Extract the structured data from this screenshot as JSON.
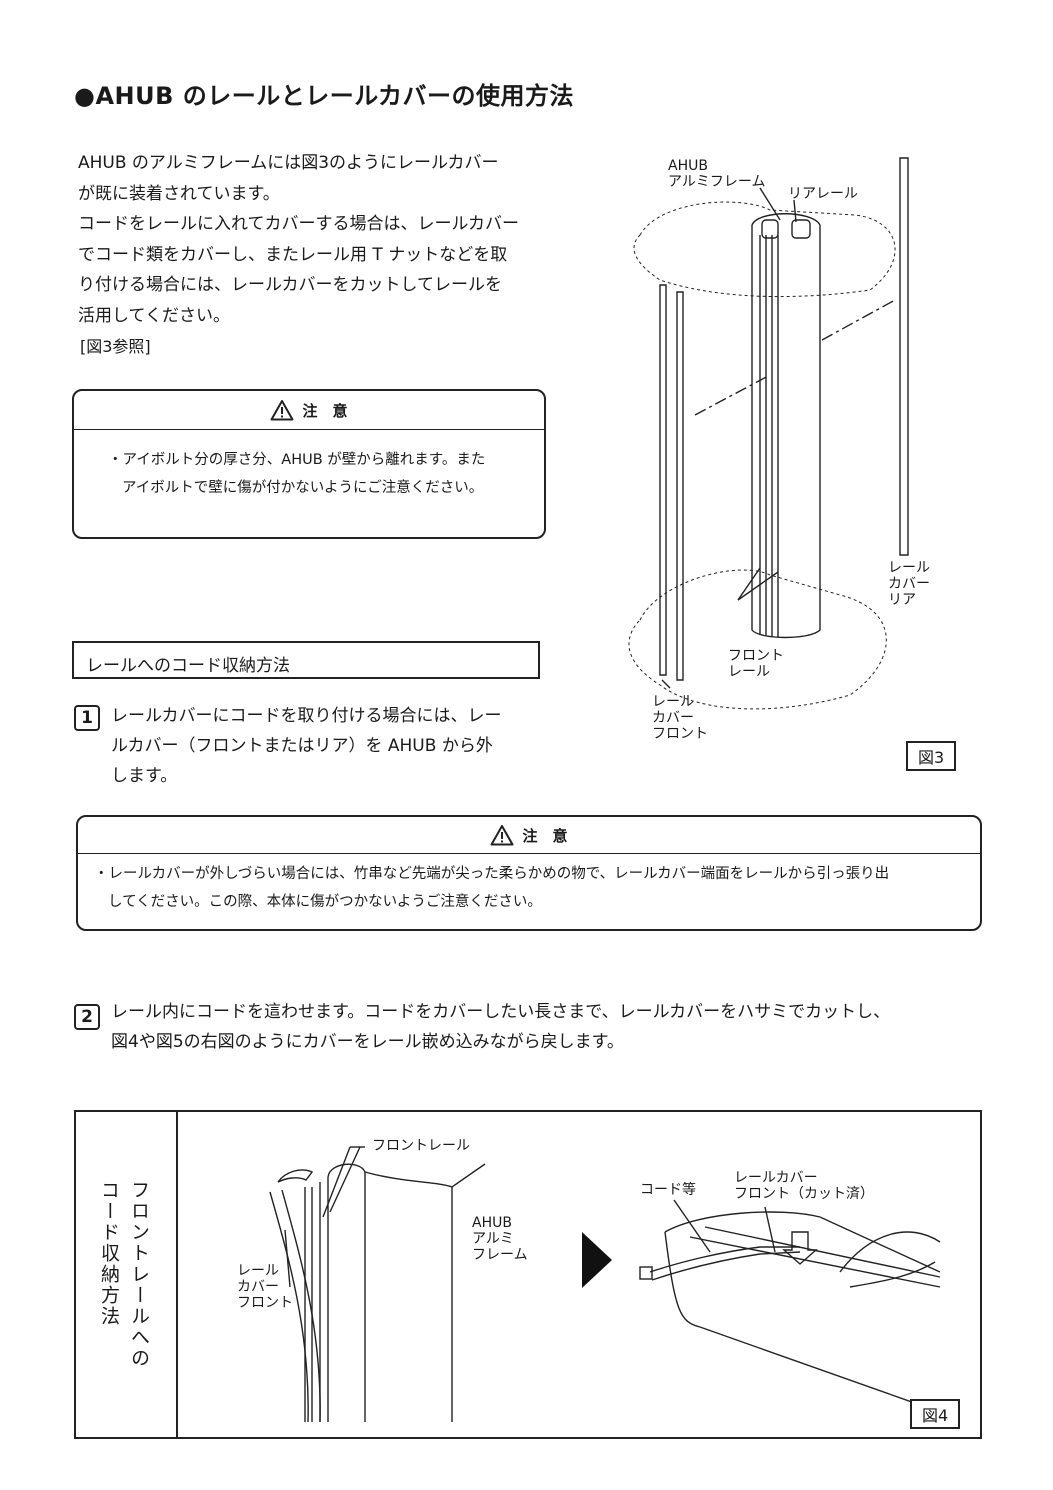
{
  "title": "●AHUB のレールとレールカバーの使用方法",
  "intro_lines": [
    "AHUB のアルミフレームには図3のようにレールカバー",
    "が既に装着されています。",
    "コードをレールに入れてカバーする場合は、レールカバー",
    "でコード類をカバーし、またレール用 T ナットなどを取",
    "り付ける場合には、レールカバーをカットしてレールを",
    "活用してください。"
  ],
  "reference": "[図3参照]",
  "caution1": {
    "heading": "注　意",
    "lines": [
      "・アイボルト分の厚さ分、AHUB が壁から離れます。また",
      "アイボルトで壁に傷が付かないようにご注意ください。"
    ]
  },
  "section_heading": "レールへのコード収納方法",
  "step1": {
    "number": "1",
    "lines": [
      "レールカバーにコードを取り付ける場合には、レー",
      "ルカバー（フロントまたはリア）を AHUB から外",
      "します。"
    ]
  },
  "caution2": {
    "heading": "注　意",
    "lines": [
      "・レールカバーが外しづらい場合には、竹串など先端が尖った柔らかめの物で、レールカバー端面をレールから引っ張り出",
      "してください。この際、本体に傷がつかないようご注意ください。"
    ]
  },
  "step2": {
    "number": "2",
    "lines": [
      "レール内にコードを這わせます。コードをカバーしたい長さまで、レールカバーをハサミでカットし、",
      "図4や図5の右図のようにカバーをレール嵌め込みながら戻します。"
    ]
  },
  "fig3": {
    "label": "図3",
    "callouts": {
      "frame": "AHUB\nアルミフレーム",
      "rear_rail": "リアレール",
      "rail_cover_rear": "レール\nカバー\nリア",
      "front_rail": "フロント\nレール",
      "rail_cover_front": "レール\nカバー\nフロント"
    }
  },
  "fig4": {
    "label": "図4",
    "row_heading": [
      "フロントレールへの",
      "コード収納方法"
    ],
    "callouts": {
      "front_rail": "フロントレール",
      "frame": "AHUB\nアルミ\nフレーム",
      "rail_cover_front": "レール\nカバー\nフロント",
      "cord": "コード等",
      "cover_cut": "レールカバー\nフロント（カット済）"
    }
  }
}
